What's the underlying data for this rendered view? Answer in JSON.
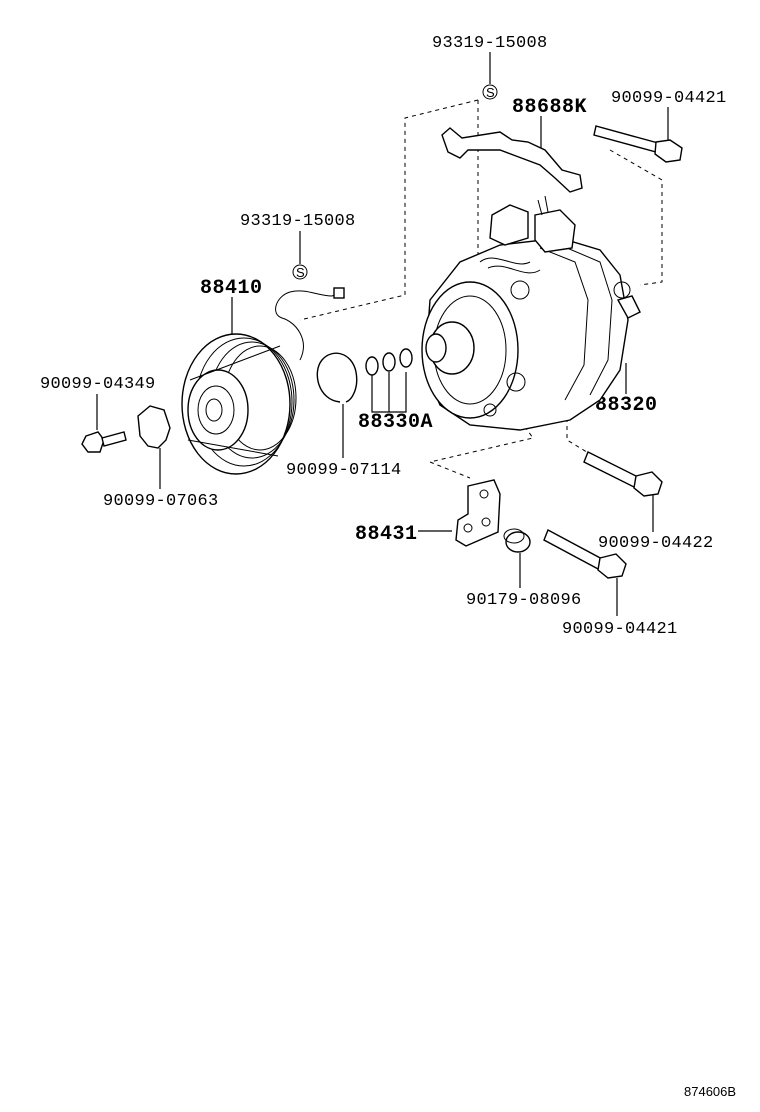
{
  "diagram": {
    "reference_code": "874606B",
    "part_labels": {
      "p93319_top": "93319-15008",
      "p88688K": "88688K",
      "p90099_04421_top": "90099-04421",
      "p93319_mid": "93319-15008",
      "p88410": "88410",
      "p90099_04349": "90099-04349",
      "p88330A": "88330A",
      "p88320": "88320",
      "p90099_07114": "90099-07114",
      "p90099_07063": "90099-07063",
      "p88431": "88431",
      "p90099_04422": "90099-04422",
      "p90179_08096": "90179-08096",
      "p90099_04421_bot": "90099-04421"
    },
    "symbol_s": "S"
  }
}
